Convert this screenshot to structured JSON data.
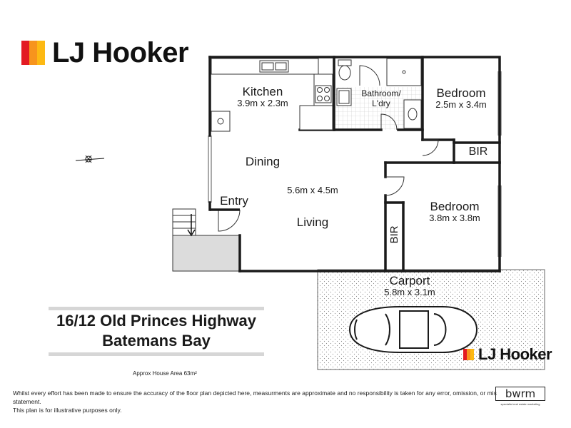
{
  "brand": {
    "name": "LJ Hooker",
    "colors": [
      "#e31b23",
      "#f7941d",
      "#fdb913"
    ]
  },
  "rooms": {
    "kitchen": {
      "name": "Kitchen",
      "dims": "3.9m x 2.3m"
    },
    "bathroom": {
      "name": "Bathroom/\nL'dry"
    },
    "bedroom1": {
      "name": "Bedroom",
      "dims": "2.5m x 3.4m"
    },
    "bir1": {
      "name": "BIR"
    },
    "dining": {
      "name": "Dining"
    },
    "living_dims": {
      "dims": "5.6m x 4.5m"
    },
    "entry": {
      "name": "Entry"
    },
    "living": {
      "name": "Living"
    },
    "bedroom2": {
      "name": "Bedroom",
      "dims": "3.8m x 3.8m"
    },
    "bir2": {
      "name": "BIR"
    },
    "carport": {
      "name": "Carport",
      "dims": "5.8m x 3.1m"
    }
  },
  "address": {
    "line1": "16/12 Old Princes Highway",
    "line2": "Batemans Bay"
  },
  "area_note": "Approx House Area 63m²",
  "disclaimer": {
    "line1": "Whilst every effort has been made to ensure the accuracy of the floor plan depicted here, measurments are approximate and no responsibility is taken for any error, omission, or mis statement.",
    "line2": "This plan is for illustrative purposes only."
  },
  "partner_logo": {
    "name": "bwrm",
    "tagline": "specialist real estate marketing"
  }
}
